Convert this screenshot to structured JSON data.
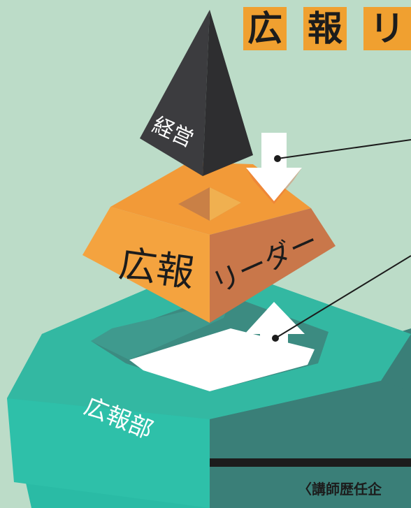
{
  "title": {
    "chars": [
      "広",
      "報",
      "リ"
    ]
  },
  "pyramid": {
    "top_label": "経営",
    "middle_label_left": "広報",
    "middle_label_right": "リーダー",
    "bottom_label": "広報部"
  },
  "footer": {
    "text": "〈講師歴任企"
  },
  "colors": {
    "background": "#bcdcc8",
    "title_box": "#f0a030",
    "top_dark": "#2e2e30",
    "top_mid": "#3c3c3f",
    "middle_orange": "#f29a38",
    "middle_front": "#f4a33f",
    "middle_side": "#c9774a",
    "teal_top": "#2abba5",
    "teal_side": "#3a7f78",
    "arrow": "#ffffff"
  }
}
